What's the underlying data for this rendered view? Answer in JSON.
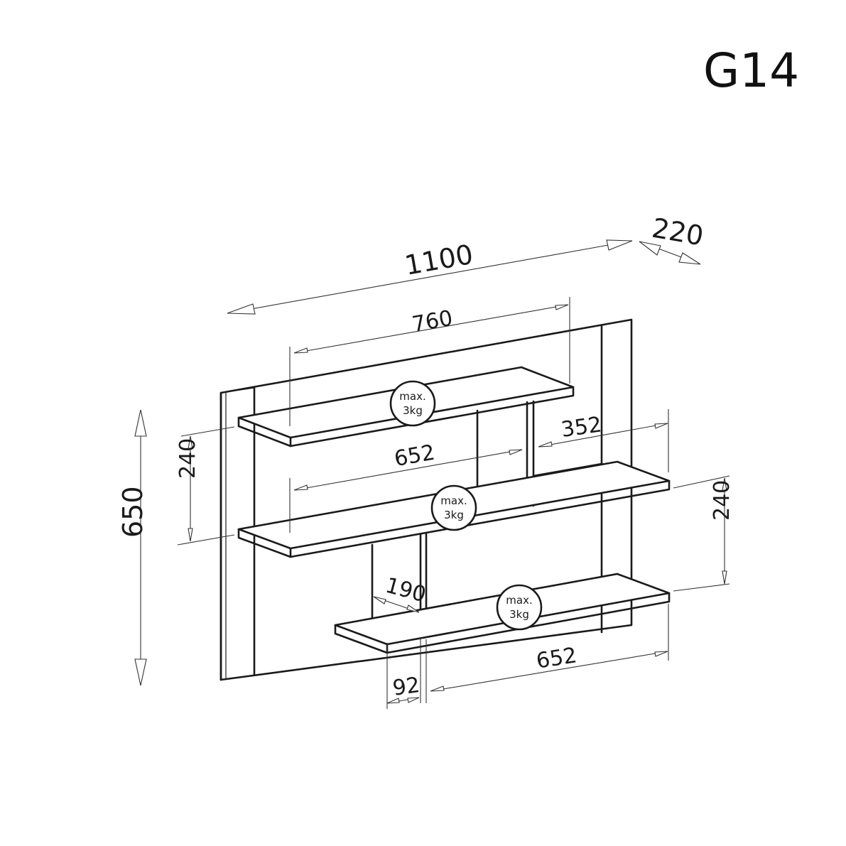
{
  "model_code": "G14",
  "dimensions": {
    "total_width": "1100",
    "depth": "220",
    "total_height": "650",
    "top_shelf_width": "760",
    "middle_shelf_width": "652",
    "bottom_shelf_width": "652",
    "right_upper_section": "352",
    "left_shelf_spacing": "240",
    "right_shelf_spacing": "240",
    "lower_divider_depth": "190",
    "lower_offset": "92"
  },
  "load_labels": {
    "top": {
      "line1": "max.",
      "line2": "3kg"
    },
    "middle": {
      "line1": "max.",
      "line2": "3kg"
    },
    "bottom": {
      "line1": "max.",
      "line2": "3kg"
    }
  }
}
